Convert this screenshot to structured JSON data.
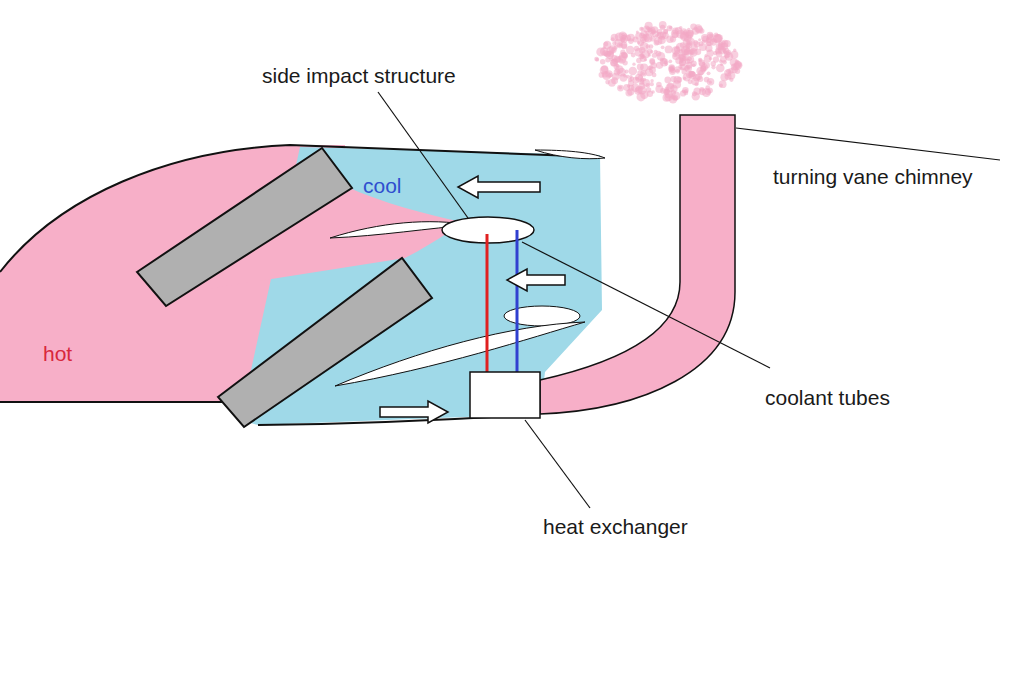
{
  "diagram": {
    "labels": [
      "side impact structure",
      "cool",
      "hot",
      "turning vane chimney",
      "coolant tubes",
      "heat exchanger"
    ]
  }
}
